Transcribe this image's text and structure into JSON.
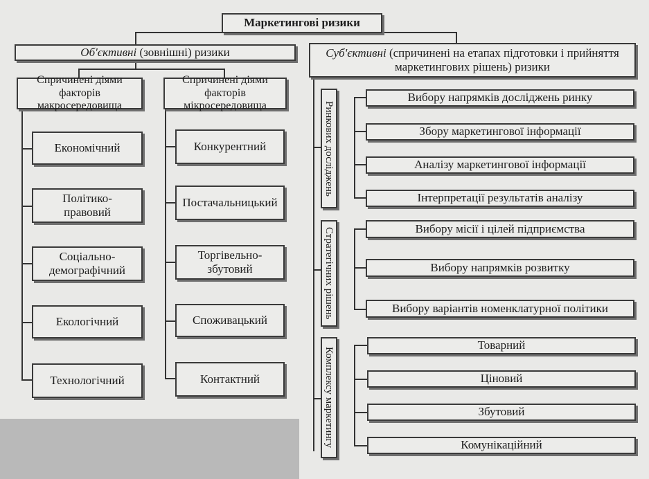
{
  "title": "Маркетингові ризики",
  "objective": {
    "header_italic": "Об'єктивні",
    "header_rest": " (зовнішні) ризики",
    "macro": {
      "header": "Спричинені діями факторів макросередовища",
      "items": [
        "Економічний",
        "Політико-правовий",
        "Соціально-демографічний",
        "Екологічний",
        "Технологічний"
      ]
    },
    "micro": {
      "header": "Спричинені діями факторів мікросередовища",
      "items": [
        "Конкурентний",
        "Постачальницький",
        "Торгівельно-збутовий",
        "Споживацький",
        "Контактний"
      ]
    }
  },
  "subjective": {
    "header_italic": "Суб'єктивні",
    "header_rest": " (спричинені на етапах підготовки і прийняття маркетингових рішень) ризики",
    "groups": [
      {
        "label": "Ринкових досліджень",
        "items": [
          "Вибору напрямків досліджень ринку",
          "Збору маркетингової інформації",
          "Аналізу маркетингової інформації",
          "Інтерпретації результатів аналізу"
        ]
      },
      {
        "label": "Стратегічних рішень",
        "items": [
          "Вибору місії і цілей підприємства",
          "Вибору напрямків розвитку",
          "Вибору варіантів номенклатурної політики"
        ]
      },
      {
        "label": "Комплексу маркетингу",
        "items": [
          "Товарний",
          "Ціновий",
          "Збутовий",
          "Комунікаційний"
        ]
      }
    ]
  }
}
